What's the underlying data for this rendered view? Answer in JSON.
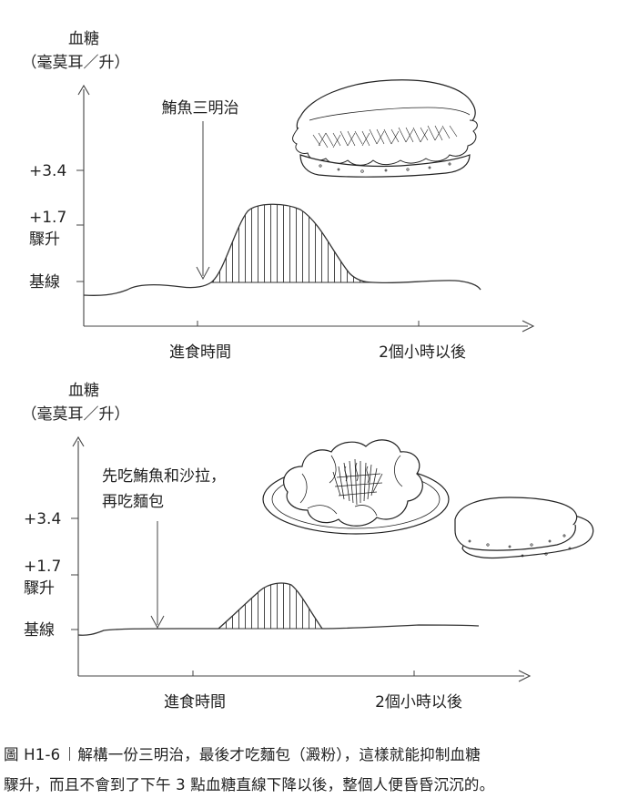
{
  "charts": [
    {
      "unit_line1": "血糖",
      "unit_line2": "（毫莫耳／升）",
      "annotation": [
        "鮪魚三明治"
      ],
      "y_labels": [
        "+3.4",
        "+1.7",
        "驟升",
        "基線"
      ],
      "x_labels": [
        "進食時間",
        "2個小時以後"
      ]
    },
    {
      "unit_line1": "血糖",
      "unit_line2": "（毫莫耳／升）",
      "annotation": [
        "先吃鮪魚和沙拉，",
        "再吃麵包"
      ],
      "y_labels": [
        "+3.4",
        "+1.7",
        "驟升",
        "基線"
      ],
      "x_labels": [
        "進食時間",
        "2個小時以後"
      ]
    }
  ],
  "caption": {
    "figure_label": "圖 H1-6",
    "line1": "解構一份三明治，最後才吃麵包（澱粉），這樣就能抑制血糖",
    "line2": "驟升，而且不會到了下午 3 點血糖直線下降以後，整個人便昏昏沉沉的。"
  }
}
